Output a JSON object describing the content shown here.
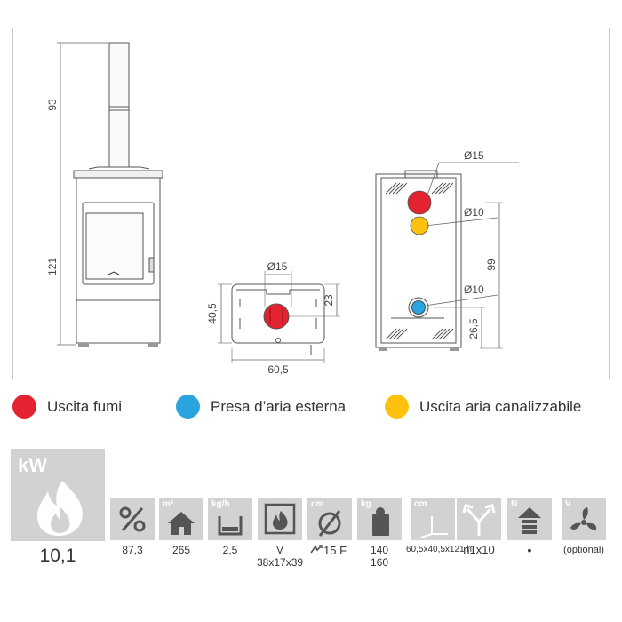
{
  "drawing": {
    "front_view": {
      "height_label": "121",
      "chimney_label": "93"
    },
    "top_view": {
      "diameter_label": "Ø15",
      "width_label": "60,5",
      "depth_label": "40,5",
      "offset_label": "23"
    },
    "rear_view": {
      "diameter_top_label": "Ø15",
      "diameter_mid_label": "Ø10",
      "diameter_low_label": "Ø10",
      "height_label": "99",
      "bottom_label": "26,5"
    }
  },
  "legend": [
    {
      "label": "Uscita fumi",
      "color": "#e42330"
    },
    {
      "label": "Presa d’aria esterna",
      "color": "#2aa4de"
    },
    {
      "label": "Uscita aria canalizzabile",
      "color": "#fec10e"
    }
  ],
  "specs": {
    "power": {
      "unit": "kW",
      "value": "10,1",
      "icon": "flame-icon"
    },
    "efficiency": {
      "value": "87,3",
      "icon": "percent-icon"
    },
    "heating_volume": {
      "unit": "m³",
      "value": "265",
      "icon": "house-icon"
    },
    "consumption": {
      "unit": "kg/h",
      "value": "2,5",
      "icon": "pellet-hopper-icon"
    },
    "firebox": {
      "value_line1": "V",
      "value_line2": "38x17x39",
      "icon": "firebox-icon"
    },
    "flue": {
      "unit": "cm",
      "value": "15 F",
      "icon": "diameter-icon"
    },
    "weight": {
      "unit": "kg",
      "value_line1": "140",
      "value_line2": "160",
      "icon": "weight-icon"
    },
    "dimensions": {
      "unit": "cm",
      "value": "60,5x40,5x121 h",
      "icon": "dimensions-icon"
    },
    "air_outlets": {
      "value": "n1x10",
      "icon": "air-outlets-icon"
    },
    "ventilation": {
      "unit": "N",
      "value": "•",
      "icon": "ventilation-icon"
    },
    "fan": {
      "unit": "V",
      "value": "(optional)",
      "icon": "fan-icon"
    }
  }
}
